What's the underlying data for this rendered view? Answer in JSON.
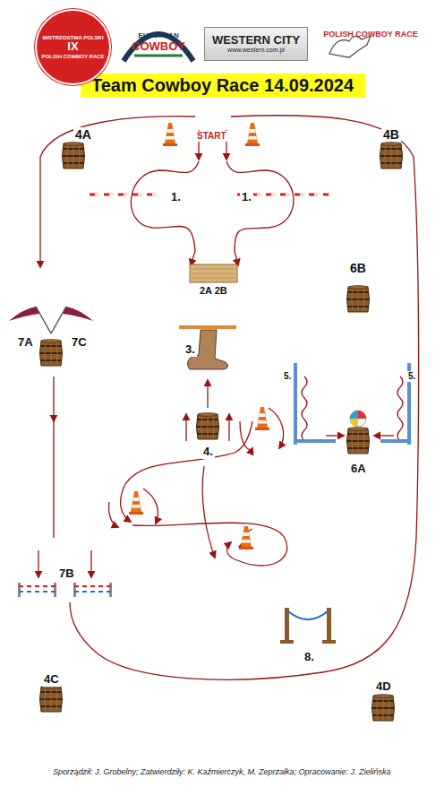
{
  "diagram": {
    "title": "Team Cowboy Race 14.09.2024",
    "caption": "Sporządził: J. Grobelny; Zatwierdziły: K. Kaźmierczyk, M. Zeprzałka; Opracowanie: J. Zielińska",
    "nodes": [
      {
        "text": [
          "MISTRZOSTWA POLSKI",
          "IX",
          "POLISH COWBOY RACE"
        ]
      },
      {
        "text": [
          "EUROPEAN",
          "COWBOY"
        ]
      },
      {
        "text": [
          "WESTERN CITY",
          "www.western.com.pl"
        ]
      },
      {
        "text": [
          "POLISH COWBOY RACE"
        ]
      }
    ],
    "labels": [
      "START",
      "4A",
      "4B",
      "1.",
      "1.",
      "2A 2B",
      "6B",
      "7A",
      "7C",
      "3.",
      "5.",
      "5.",
      "4.",
      "6A",
      "7B",
      "8.",
      "4C",
      "4D"
    ]
  }
}
